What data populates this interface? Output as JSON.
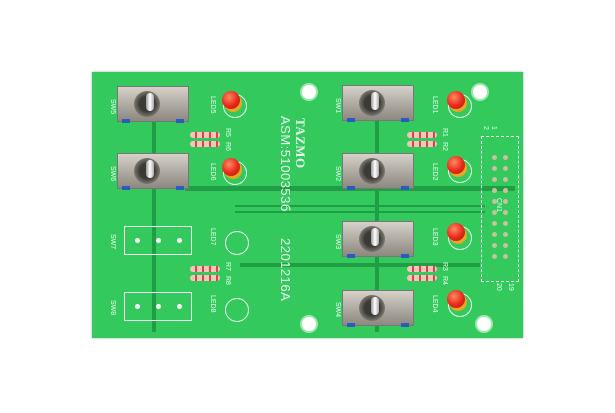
{
  "board": {
    "brand": "TAZMO",
    "part_number": "ASM:5100353б",
    "date_code": "2201216A",
    "connector": {
      "label": "CN1",
      "pins": [
        "1",
        "2",
        "19",
        "20"
      ]
    },
    "switches": [
      "SW1",
      "SW2",
      "SW3",
      "SW4",
      "SW5",
      "SW6",
      "SW7",
      "SW8"
    ],
    "leds": [
      "LED1",
      "LED2",
      "LED3",
      "LED4",
      "LED5",
      "LED6",
      "LED7",
      "LED8"
    ],
    "resistors": [
      "R1",
      "R2",
      "R3",
      "R4",
      "R5",
      "R6",
      "R7",
      "R8"
    ],
    "colors": {
      "pcb": "#34c95c",
      "led": "#e8261a",
      "silkscreen": "#e8fff0"
    }
  }
}
